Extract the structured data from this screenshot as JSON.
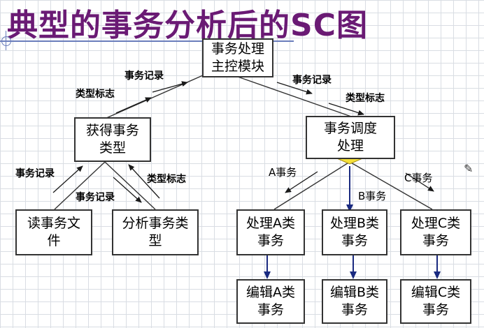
{
  "title": "典型的事务分析后的SC图",
  "nodes": {
    "main": "事务处理\n主控模块",
    "get_type": "获得事务\n类型",
    "dispatch": "事务调度\n处理",
    "read_file": "读事务文\n件",
    "analyze_type": "分析事务类\n型",
    "proc_a": "处理A类\n事务",
    "proc_b": "处理B类\n事务",
    "proc_c": "处理C类\n事务",
    "edit_a": "编辑A类\n事务",
    "edit_b": "编辑B类\n事务",
    "edit_c": "编辑C类\n事务"
  },
  "labels": {
    "rec_left_top": "事务记录",
    "type_left_top": "类型标志",
    "rec_right_top": "事务记录",
    "type_right_top": "类型标志",
    "rec_left_mid": "事务记录",
    "rec_center_mid": "事务记录",
    "type_right_mid": "类型标志",
    "branch_a": "A事务",
    "branch_b": "B事务",
    "branch_c": "C事务"
  },
  "colors": {
    "title": "#6a1a74",
    "diamond": "#f5e03a",
    "lines": "#333333",
    "grid": "#d9dde3"
  }
}
